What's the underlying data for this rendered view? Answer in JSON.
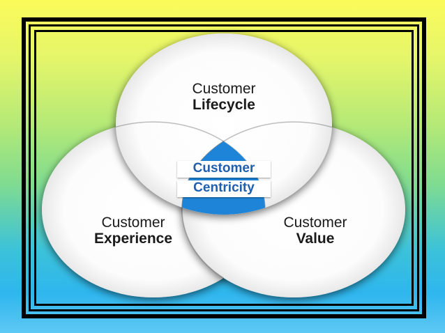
{
  "diagram": {
    "type": "venn",
    "circles": [
      {
        "line1": "Customer",
        "line2": "Lifecycle"
      },
      {
        "line1": "Customer",
        "line2": "Experience"
      },
      {
        "line1": "Customer",
        "line2": "Value"
      }
    ],
    "center": {
      "line1": "Customer",
      "line2": "Centricity"
    }
  },
  "colors": {
    "center_fill": "#1e84d8",
    "center_text": "#1f5fae",
    "circle_fill": "#ffffff",
    "frame": "#000000"
  }
}
